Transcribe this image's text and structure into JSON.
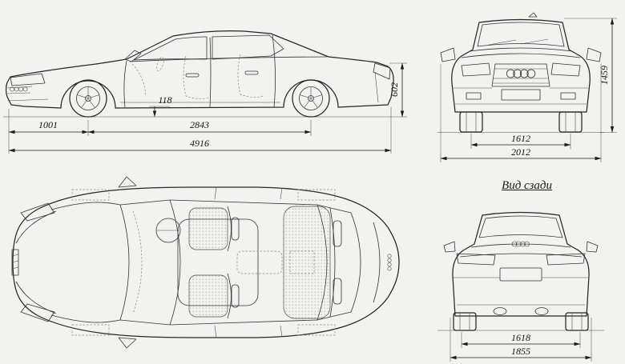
{
  "views": {
    "side": {
      "dims": {
        "front_overhang": "1001",
        "wheelbase": "2843",
        "overall_length": "4916",
        "ground_clearance": "118",
        "rear_deck_height": "602"
      }
    },
    "front": {
      "dims": {
        "track": "1612",
        "overall_width": "2012",
        "overall_height": "1459"
      }
    },
    "rear": {
      "title": "Вид сзади",
      "dims": {
        "track": "1618",
        "body_width": "1855"
      }
    }
  }
}
